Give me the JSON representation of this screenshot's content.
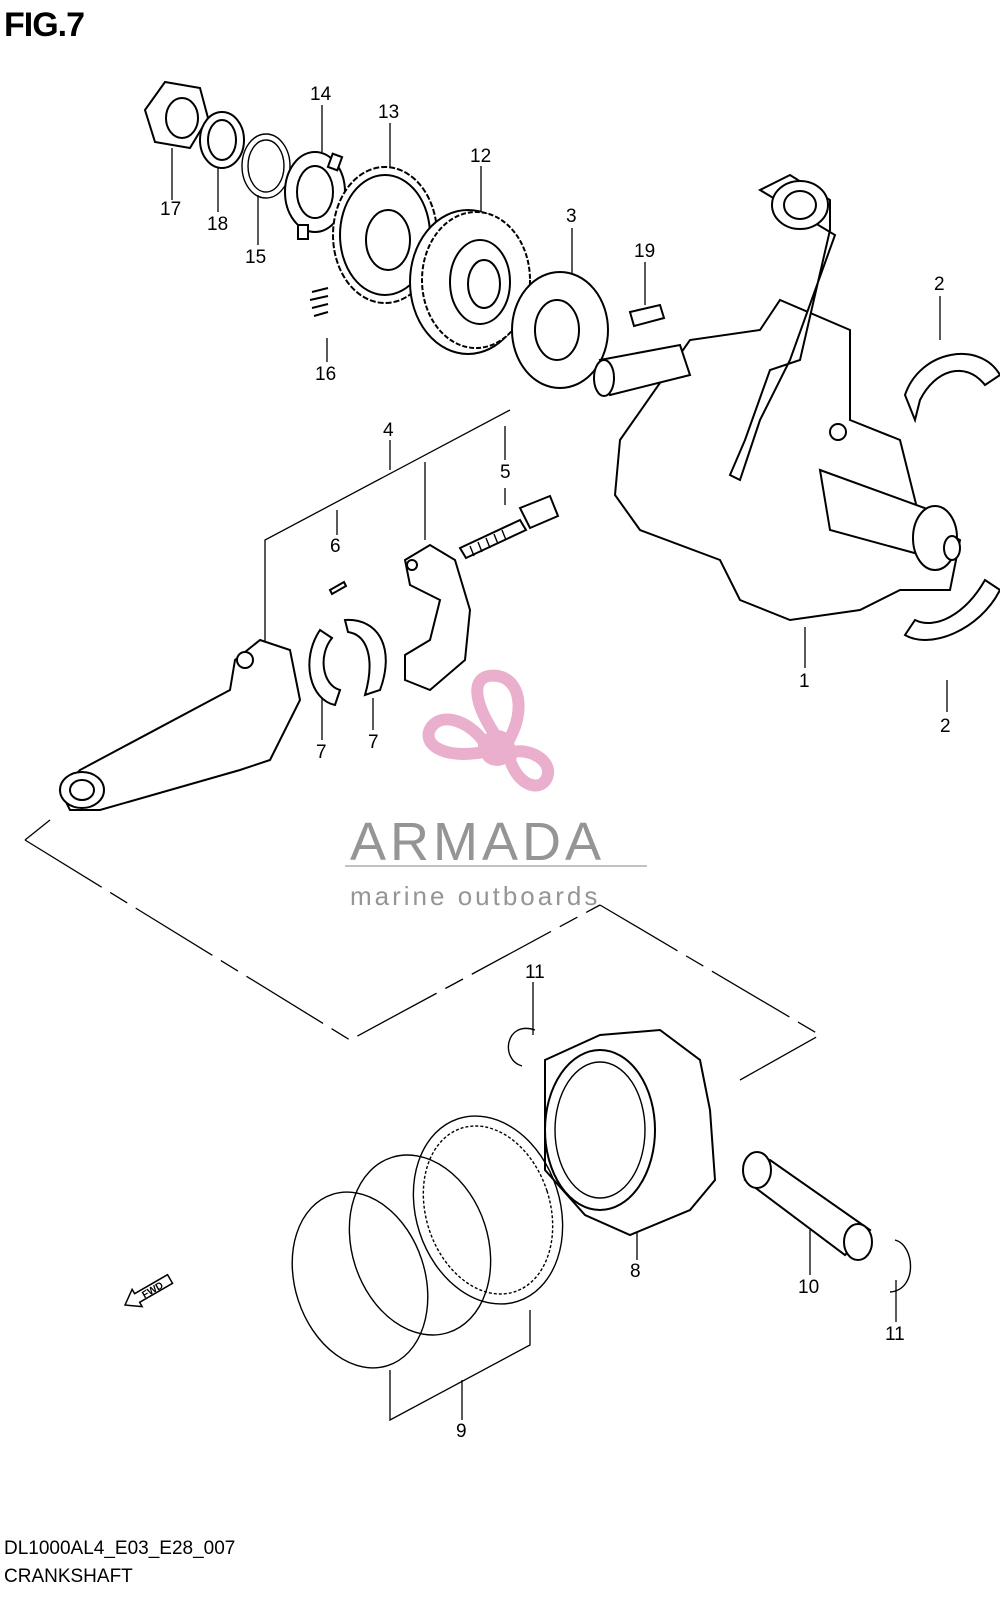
{
  "figure_title": "FIG.7",
  "callouts": [
    "17",
    "18",
    "15",
    "14",
    "13",
    "16",
    "12",
    "3",
    "19",
    "2",
    "2",
    "1",
    "4",
    "5",
    "6",
    "7",
    "7",
    "11",
    "8",
    "10",
    "11",
    "9"
  ],
  "footer": {
    "code": "DL1000AL4_E03_E28_007",
    "name": "CRANKSHAFT"
  },
  "watermark": {
    "name": "ARMADA",
    "tagline": "marine outboards",
    "color": "#e8a7c8"
  },
  "fwd_label": "FWD"
}
